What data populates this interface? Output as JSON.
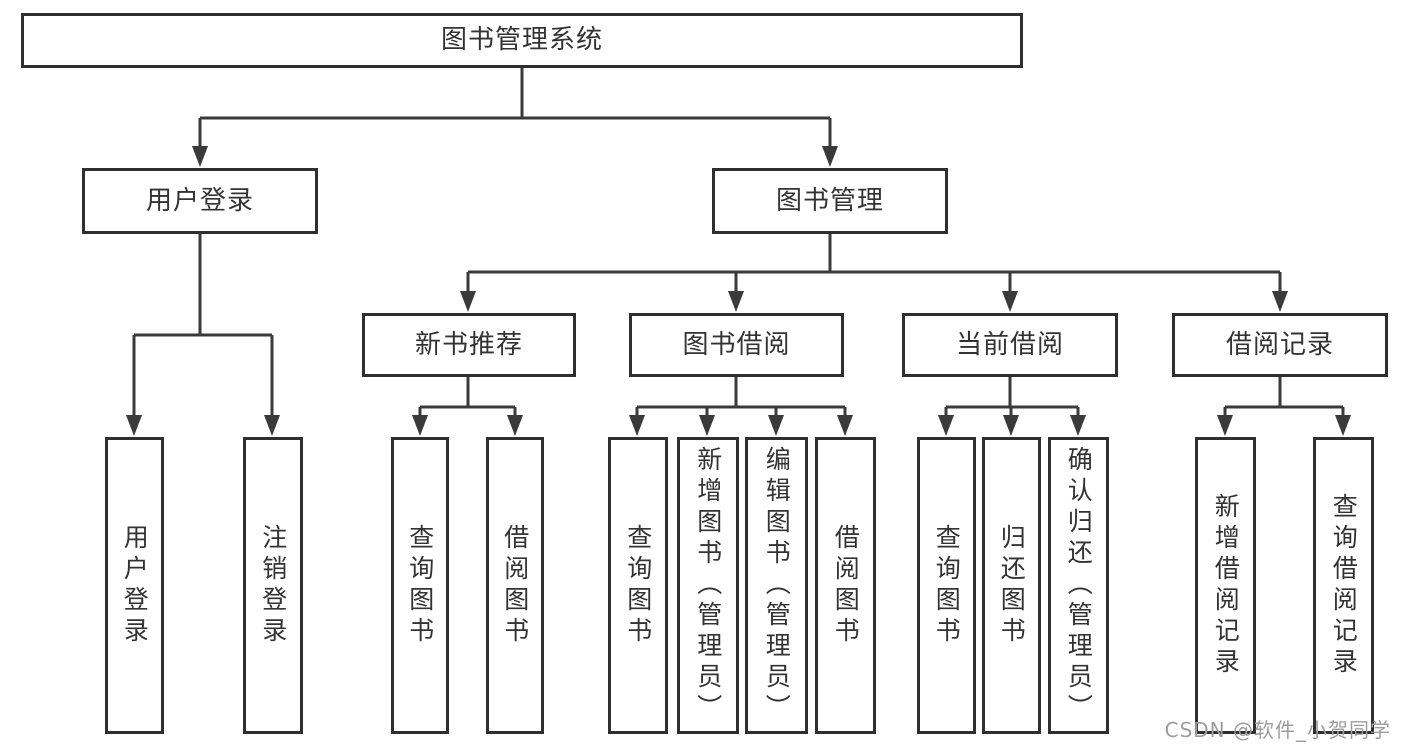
{
  "colors": {
    "line": "#3a3a3a",
    "box_border": "#2f2f2f",
    "text": "#333333",
    "watermark": "#9c9c9c",
    "background": "#ffffff"
  },
  "tree": {
    "root": {
      "label": "图书管理系统"
    },
    "level2": [
      {
        "label": "用户登录"
      },
      {
        "label": "图书管理"
      }
    ],
    "level3": [
      {
        "label": "新书推荐"
      },
      {
        "label": "图书借阅"
      },
      {
        "label": "当前借阅"
      },
      {
        "label": "借阅记录"
      }
    ],
    "user_login_children": [
      {
        "label": "用户登录"
      },
      {
        "label": "注销登录"
      }
    ],
    "new_book_children": [
      {
        "label": "查询图书"
      },
      {
        "label": "借阅图书"
      }
    ],
    "book_borrow_children": [
      {
        "label": "查询图书"
      },
      {
        "label": "新增图书（管理员）"
      },
      {
        "label": "编辑图书（管理员）"
      },
      {
        "label": "借阅图书"
      }
    ],
    "current_borrow_children": [
      {
        "label": "查询图书"
      },
      {
        "label": "归还图书"
      },
      {
        "label": "确认归还（管理员）"
      }
    ],
    "borrow_record_children": [
      {
        "label": "新增借阅记录"
      },
      {
        "label": "查询借阅记录"
      }
    ]
  },
  "watermark": {
    "text": "CSDN @软件_小贺同学"
  }
}
